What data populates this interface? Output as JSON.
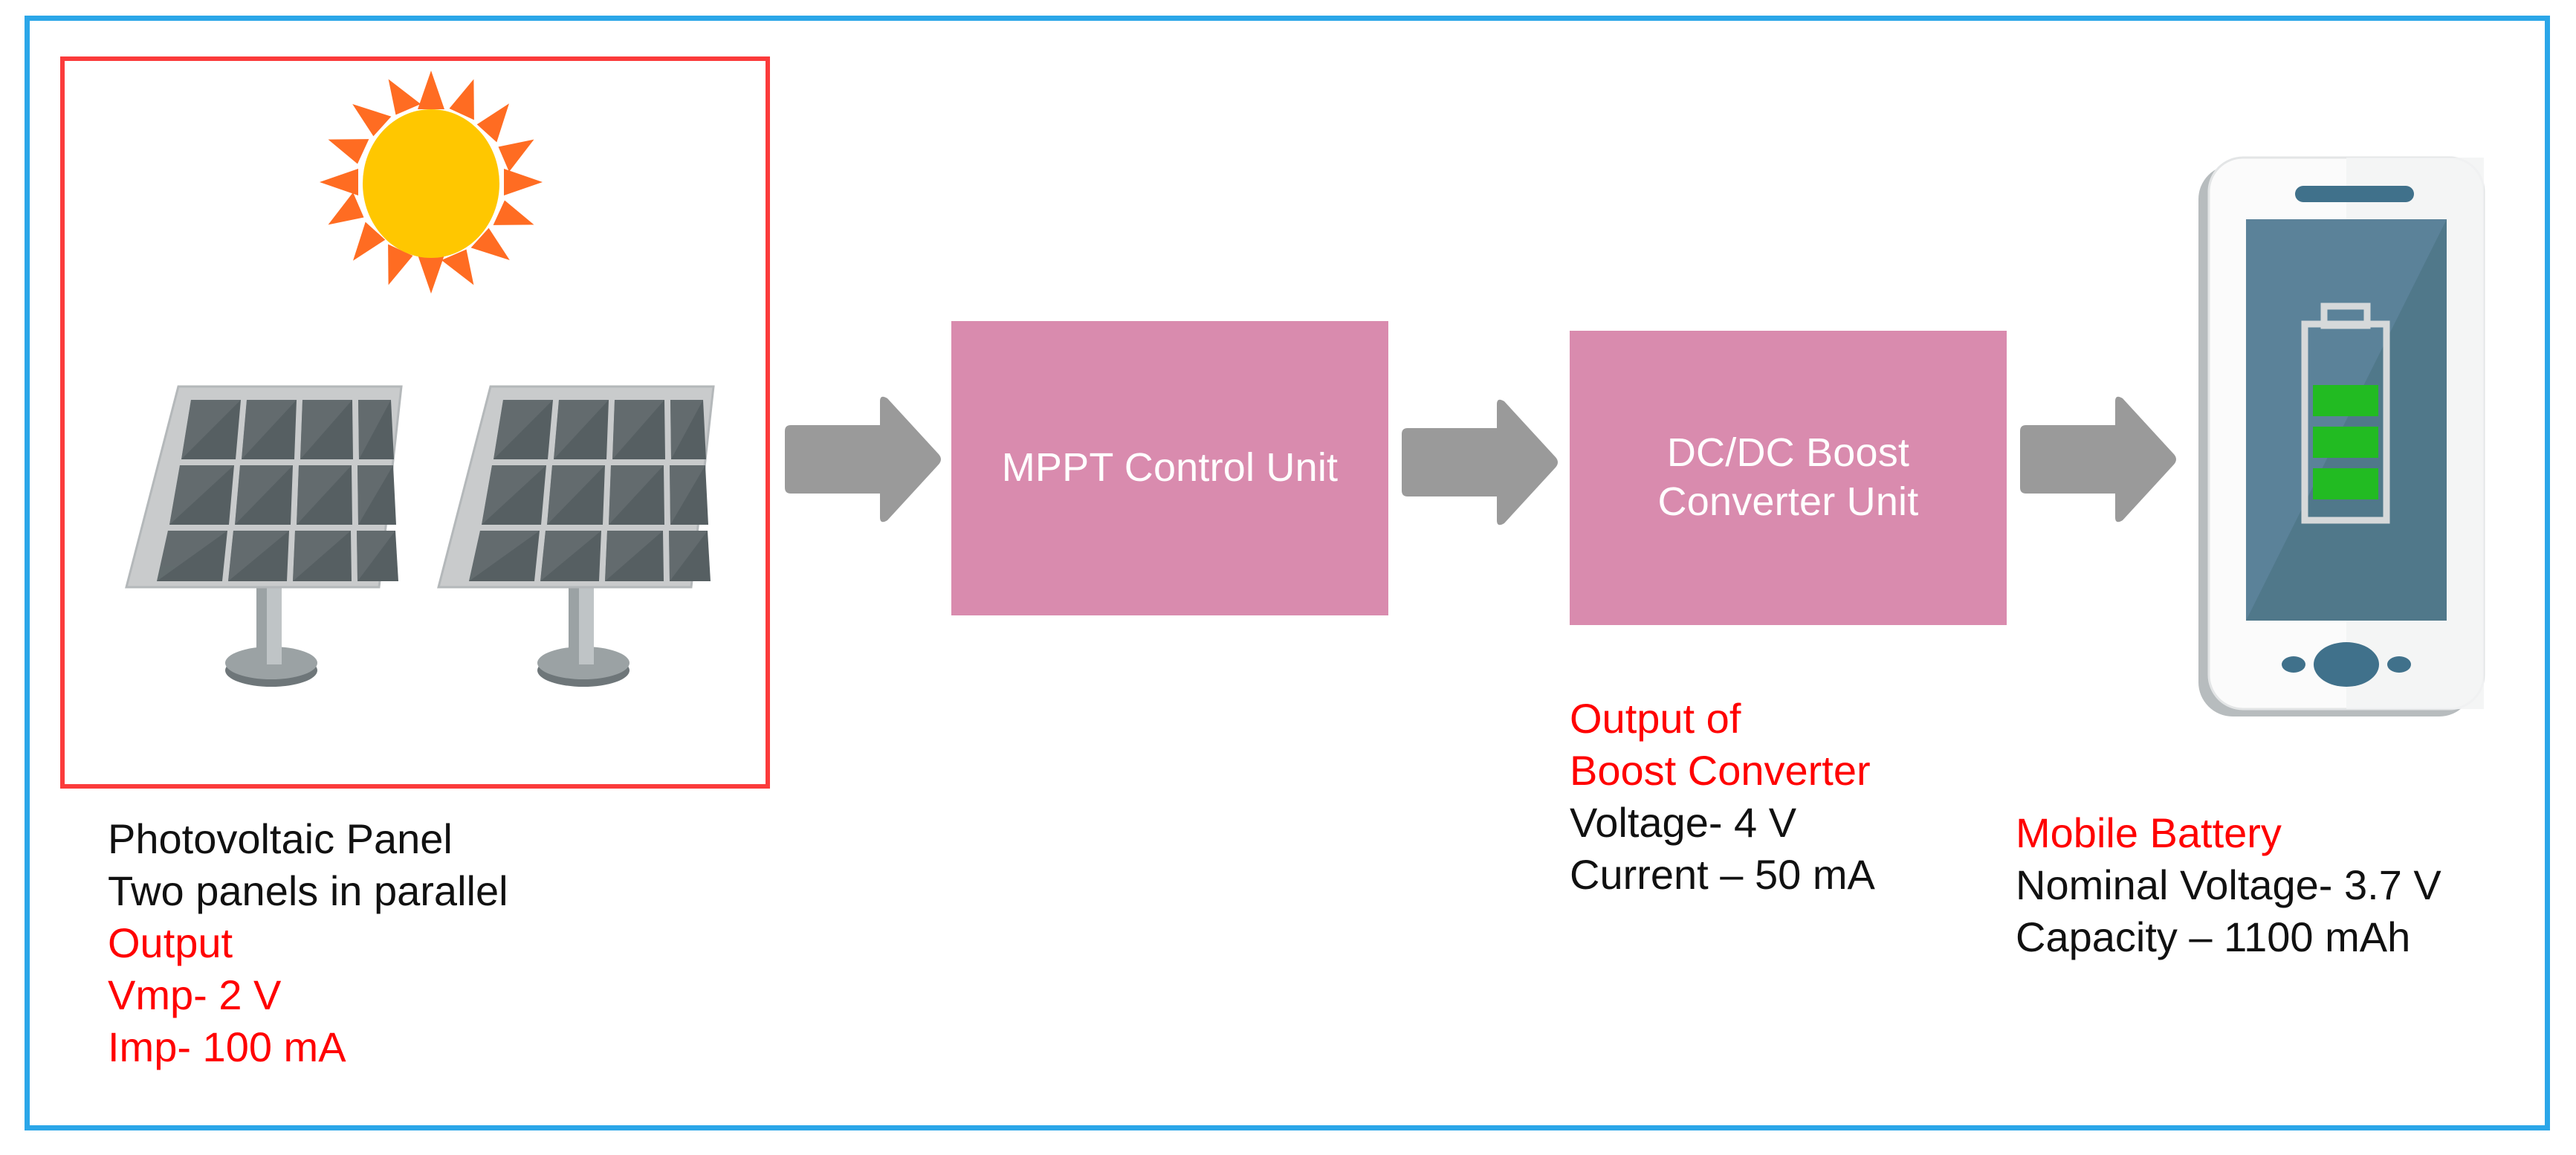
{
  "diagram": {
    "title": "Solar powered mobile battery charging block diagram",
    "colors": {
      "outer_frame": "#2BA6E8",
      "pv_frame": "#FB3B3B",
      "process_box": "#D98BAE",
      "arrow": "#9A9A9A",
      "highlight_text": "#FF0000",
      "body_text": "#111111",
      "sun_core": "#FFC700",
      "sun_rays": "#FF6C22",
      "panel_frame": "#C9CBCC",
      "panel_cell": "#565F62",
      "phone_body": "#FFFFFF",
      "phone_screen": "#4C7B91",
      "battery_fill": "#22BB22"
    },
    "stages": [
      {
        "id": "pv",
        "icon": "solar-panel-with-sun-icon",
        "caption_lines": [
          {
            "text": "Photovoltaic Panel",
            "color": "black"
          },
          {
            "text": "Two panels in parallel",
            "color": "black"
          },
          {
            "text": "Output",
            "color": "red"
          },
          {
            "text": "Vmp- 2 V",
            "color": "red"
          },
          {
            "text": "Imp- 100 mA",
            "color": "red"
          }
        ]
      },
      {
        "id": "mppt",
        "box_label": "MPPT Control Unit",
        "box_label_lines": [
          "MPPT Control",
          "Unit"
        ],
        "caption_lines": []
      },
      {
        "id": "boost",
        "box_label": "DC/DC Boost Converter Unit",
        "box_label_lines": [
          "DC/DC Boost",
          "Converter Unit"
        ],
        "caption_lines": [
          {
            "text": "Output of",
            "color": "red"
          },
          {
            "text": "Boost Converter",
            "color": "red"
          },
          {
            "text": "Voltage- 4 V",
            "color": "black"
          },
          {
            "text": "Current – 50 mA",
            "color": "black"
          }
        ]
      },
      {
        "id": "battery",
        "icon": "mobile-phone-battery-icon",
        "caption_lines": [
          {
            "text": "Mobile Battery",
            "color": "red"
          },
          {
            "text": "Nominal Voltage- 3.7 V",
            "color": "black"
          },
          {
            "text": "Capacity – 1100 mAh",
            "color": "black"
          }
        ]
      }
    ],
    "arrows": [
      {
        "id": "arrow-pv-to-mppt",
        "direction": "right"
      },
      {
        "id": "arrow-mppt-to-boost",
        "direction": "right"
      },
      {
        "id": "arrow-boost-to-battery",
        "direction": "right"
      }
    ]
  }
}
